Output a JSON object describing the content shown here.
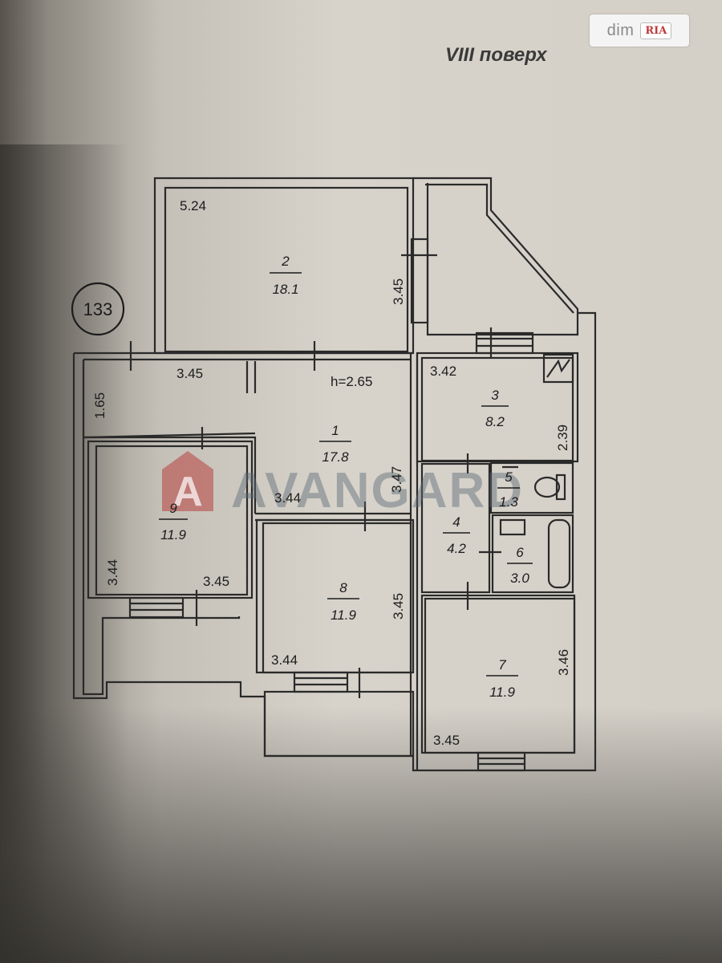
{
  "watermark_logo": {
    "dim": "dim",
    "ria": "RIA"
  },
  "floor_label": "VIII поверх",
  "plan_number": "133",
  "ceiling_height": "h=2.65",
  "watermark_text": "AVANGARD",
  "rooms": [
    {
      "number": "1",
      "area": "17.8"
    },
    {
      "number": "2",
      "area": "18.1"
    },
    {
      "number": "3",
      "area": "8.2"
    },
    {
      "number": "4",
      "area": "4.2"
    },
    {
      "number": "5",
      "area": "1.3"
    },
    {
      "number": "6",
      "area": "3.0"
    },
    {
      "number": "7",
      "area": "11.9"
    },
    {
      "number": "8",
      "area": "11.9"
    },
    {
      "number": "9",
      "area": "11.9"
    }
  ],
  "dimensions": {
    "room2_width": "5.24",
    "room2_depth": "3.45",
    "corridor_width": "3.45",
    "corridor_depth": "1.65",
    "room3_width": "3.42",
    "room3_depth": "2.39",
    "room1_width": "3.44",
    "room1_depth": "3.47",
    "room9_depth": "3.44",
    "room9_width": "3.45",
    "room8_depth": "3.45",
    "room8_width": "3.44",
    "room7_depth": "3.46",
    "room7_width": "3.45"
  },
  "colors": {
    "wall": "#2a2a2a",
    "watermark_red": "#b8403c",
    "watermark_gray": "#5a6973"
  }
}
